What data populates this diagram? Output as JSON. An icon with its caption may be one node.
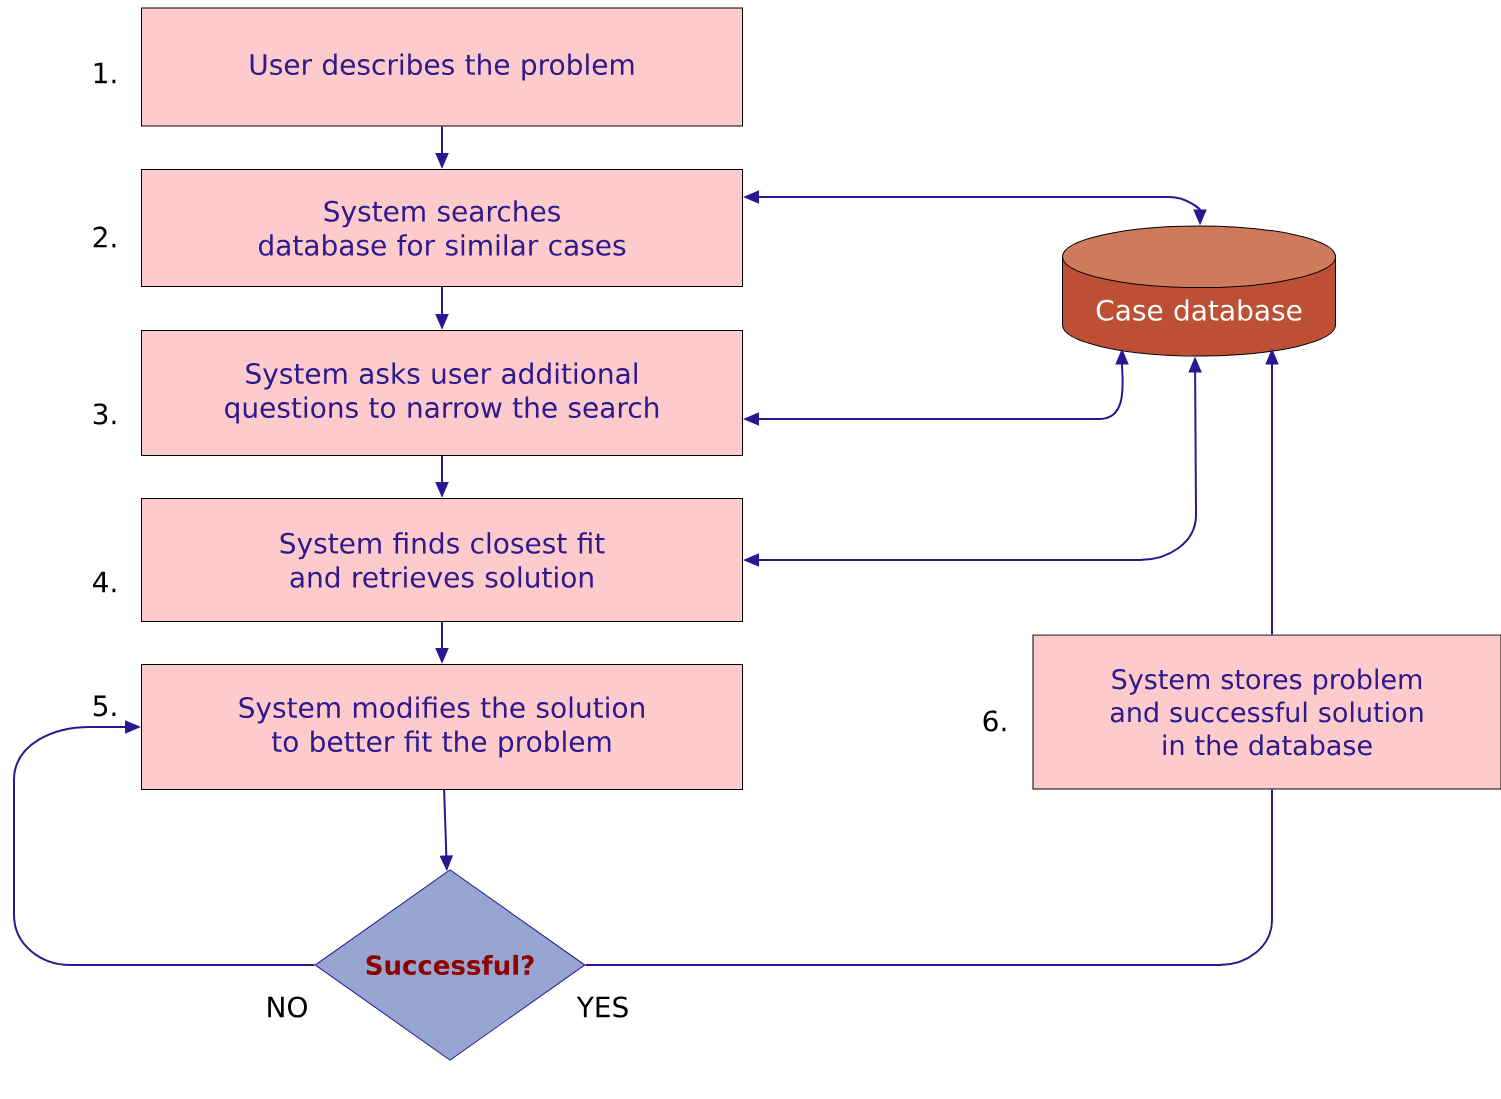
{
  "diagram": {
    "nodes": [
      {
        "text": [
          "User describes the problem"
        ],
        "beside": [
          "1."
        ]
      },
      {
        "text": [
          "System searches database for similar cases"
        ],
        "beside": [
          "2."
        ]
      },
      {
        "text": [
          "System asks user additional questions to narrow the search"
        ],
        "beside": [
          "3."
        ]
      },
      {
        "text": [
          "System finds closest fit and retrieves solution"
        ],
        "beside": [
          "4."
        ]
      },
      {
        "text": [
          "System modifies the solution to better fit the problem"
        ],
        "beside": [
          "5."
        ]
      },
      {
        "text": [
          "Successful?"
        ]
      },
      {
        "text": [
          "Case database"
        ]
      },
      {
        "text": [
          "System stores problem and successful solution in the database"
        ],
        "beside": [
          "6."
        ]
      }
    ],
    "edges": [
      {
        "from": 0,
        "to": 1,
        "arrow": "to"
      },
      {
        "from": 1,
        "to": 2,
        "arrow": "to"
      },
      {
        "from": 2,
        "to": 3,
        "arrow": "to"
      },
      {
        "from": 3,
        "to": 4,
        "arrow": "to"
      },
      {
        "from": 4,
        "to": 5,
        "arrow": "to"
      },
      {
        "from": 1,
        "to": 6,
        "arrow": "both"
      },
      {
        "from": 2,
        "to": 6,
        "arrow": "both"
      },
      {
        "from": 3,
        "to": 6,
        "arrow": "both"
      },
      {
        "from": 7,
        "to": 6,
        "arrow": "to"
      },
      {
        "from": 5,
        "to": 4,
        "arrow": "to",
        "label": "NO"
      },
      {
        "from": 5,
        "to": 7,
        "arrow": "none",
        "label": "YES"
      }
    ]
  }
}
